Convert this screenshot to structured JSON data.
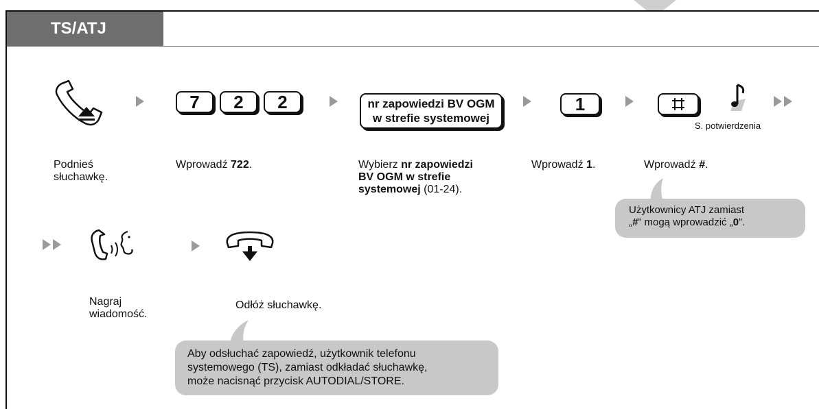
{
  "tab_title": "TS/ATJ",
  "row1": {
    "dial_keys": [
      "7",
      "2",
      "2"
    ],
    "selector_box": {
      "line1": "nr zapowiedzi BV OGM",
      "line2": "w strefie systemowej"
    },
    "key_one": "1",
    "tone_label": "S. potwierdzenia",
    "captions": {
      "lift": [
        "Podnieś",
        "słuchawkę."
      ],
      "enter722_prefix": "Wprowadź ",
      "enter722_value": "722",
      "enter722_suffix": ".",
      "choose_prefix": "Wybierz ",
      "choose_bold1": "nr zapowiedzi",
      "choose_bold2": "BV OGM w strefie",
      "choose_bold3": "systemowej",
      "choose_suffix": " (01-24).",
      "enter1_prefix": "Wprowadź ",
      "enter1_value": "1",
      "enter1_suffix": ".",
      "enterhash_prefix": "Wprowadź ",
      "enterhash_value": "#",
      "enterhash_suffix": "."
    },
    "hash_note": {
      "line1": "Użytkownicy ATJ zamiast",
      "line2_a": "„",
      "line2_b": "#",
      "line2_c": "” mogą wprowadzić „",
      "line2_d": "0",
      "line2_e": "”."
    }
  },
  "row2": {
    "captions": {
      "record": [
        "Nagraj",
        "wiadomość."
      ],
      "hangup": "Odłóż słuchawkę."
    },
    "note": [
      "Aby odsłuchać zapowiedź, użytkownik telefonu",
      "systemowego (TS), zamiast odkładać słuchawkę,",
      "może nacisnąć przycisk AUTODIAL/STORE."
    ]
  },
  "colors": {
    "tab": "#6e6e6e",
    "bubble": "#c8c8c8",
    "arrow": "#9a9a9a"
  }
}
